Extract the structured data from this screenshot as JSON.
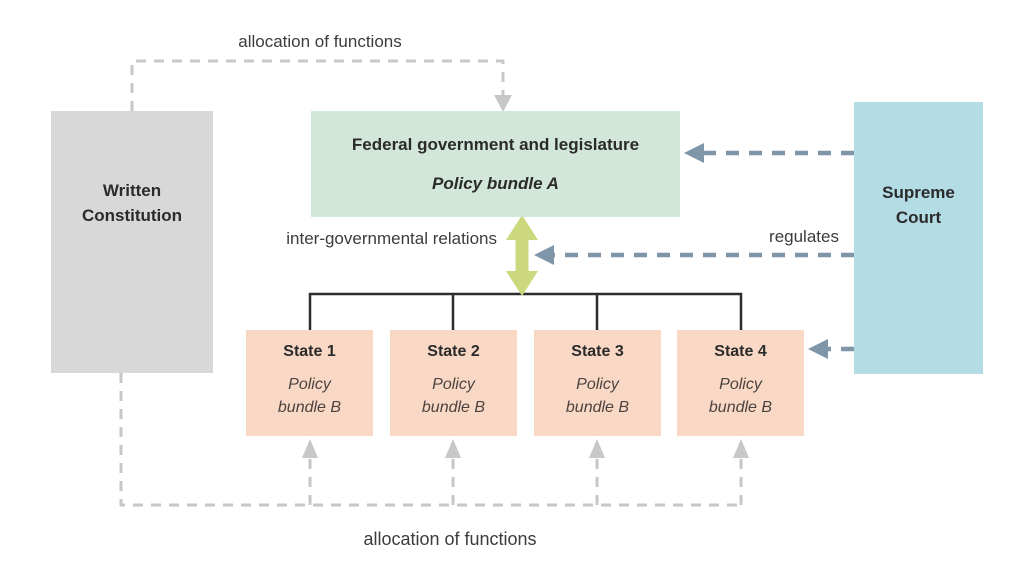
{
  "colors": {
    "box_constitution": "#d8d8d8",
    "box_federal": "#d2e6da",
    "box_supreme": "#b4dce4",
    "box_state": "#f9d8c5",
    "arrow_green": "#ccd87d",
    "arrow_blue": "#7e96a8",
    "dashed_gray": "#c7c7c7",
    "line_black": "#2d2d2d"
  },
  "nodes": {
    "constitution": {
      "line1": "Written",
      "line2": "Constitution"
    },
    "federal": {
      "title": "Federal government and legislature",
      "subtitle": "Policy bundle A"
    },
    "supreme": {
      "line1": "Supreme",
      "line2": "Court"
    },
    "states": [
      {
        "name": "State 1",
        "policy_line1": "Policy",
        "policy_line2": "bundle B"
      },
      {
        "name": "State 2",
        "policy_line1": "Policy",
        "policy_line2": "bundle B"
      },
      {
        "name": "State 3",
        "policy_line1": "Policy",
        "policy_line2": "bundle B"
      },
      {
        "name": "State 4",
        "policy_line1": "Policy",
        "policy_line2": "bundle B"
      }
    ]
  },
  "labels": {
    "allocation_top": "allocation of functions",
    "allocation_bottom": "allocation of functions",
    "intergov_line1": "inter-governmental",
    "intergov_line2": "relations",
    "regulates": "regulates"
  }
}
